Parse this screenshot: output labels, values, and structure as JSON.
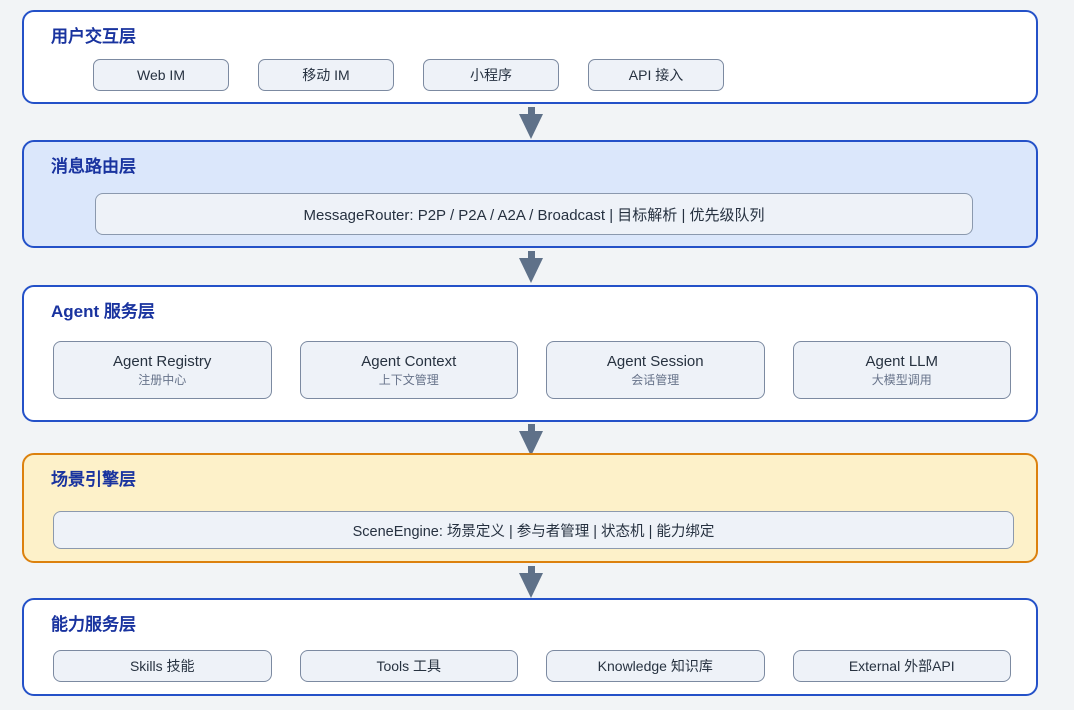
{
  "colors": {
    "page_background": "#f2f4f6",
    "layer_border_blue": "#2451c8",
    "layer_border_orange": "#dc810e",
    "layer_fill_white": "#ffffff",
    "layer_fill_blue": "#dbe7fb",
    "layer_fill_amber": "#fdf1c9",
    "title_navy": "#19339f",
    "node_fill": "#eef2f8",
    "node_border": "#7c8aa1",
    "node_text": "#263140",
    "node_subtext": "#67738a",
    "arrow_gray": "#5f7189"
  },
  "layers": [
    {
      "id": "user-interaction",
      "title": "用户交互层",
      "items": [
        {
          "label": "Web IM"
        },
        {
          "label": "移动 IM"
        },
        {
          "label": "小程序"
        },
        {
          "label": "API 接入"
        }
      ]
    },
    {
      "id": "message-routing",
      "title": "消息路由层",
      "bar": "MessageRouter: P2P / P2A / A2A / Broadcast | 目标解析 | 优先级队列"
    },
    {
      "id": "agent-service",
      "title": "Agent 服务层",
      "items": [
        {
          "label": "Agent Registry",
          "sublabel": "注册中心"
        },
        {
          "label": "Agent Context",
          "sublabel": "上下文管理"
        },
        {
          "label": "Agent Session",
          "sublabel": "会话管理"
        },
        {
          "label": "Agent LLM",
          "sublabel": "大模型调用"
        }
      ]
    },
    {
      "id": "scene-engine",
      "title": "场景引擎层",
      "bar": "SceneEngine: 场景定义 | 参与者管理 | 状态机 | 能力绑定"
    },
    {
      "id": "capability-service",
      "title": "能力服务层",
      "items": [
        {
          "label": "Skills 技能"
        },
        {
          "label": "Tools 工具"
        },
        {
          "label": "Knowledge 知识库"
        },
        {
          "label": "External 外部API"
        }
      ]
    }
  ]
}
